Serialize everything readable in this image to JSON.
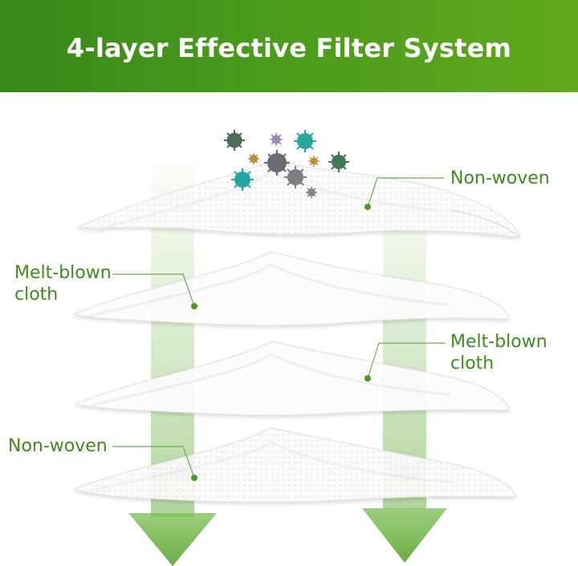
{
  "header": {
    "title": "4-layer Effective Filter System"
  },
  "labels": {
    "layer1": "Non-woven",
    "layer2": [
      "Melt-blown",
      "cloth"
    ],
    "layer3": [
      "Melt-blown",
      "cloth"
    ],
    "layer4": "Non-woven"
  },
  "particles": [
    {
      "kind": "virus",
      "color": "#4d6e55"
    },
    {
      "kind": "virus",
      "color": "#9a8bb0"
    },
    {
      "kind": "virus",
      "color": "#2aa6a0"
    },
    {
      "kind": "virus",
      "color": "#b8903e"
    },
    {
      "kind": "virus",
      "color": "#6a6a72"
    },
    {
      "kind": "virus",
      "color": "#b8903e"
    },
    {
      "kind": "virus",
      "color": "#3d7a55"
    },
    {
      "kind": "virus",
      "color": "#26a5a0"
    },
    {
      "kind": "virus",
      "color": "#7d7d86"
    },
    {
      "kind": "virus",
      "color": "#8f7f92"
    }
  ],
  "colors": {
    "header_left": "#37871a",
    "header_right": "#62a81e",
    "label_text": "#3f8a1f",
    "arrow": "#6fb148",
    "leader": "#6fa955"
  }
}
